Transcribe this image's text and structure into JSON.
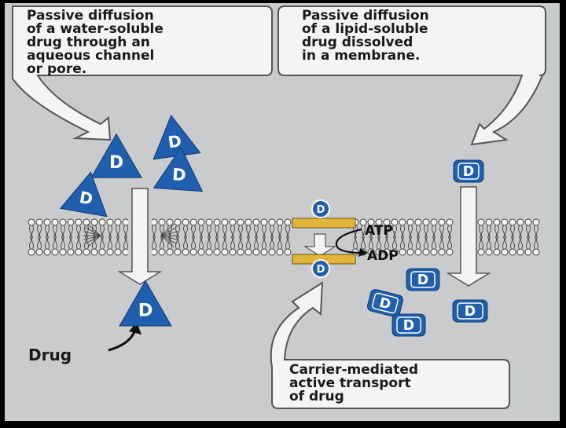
{
  "callouts": {
    "water_soluble": [
      "Passive diffusion",
      "of a water-soluble",
      "drug through an",
      "aqueous channel",
      "or pore."
    ],
    "lipid_soluble": [
      "Passive diffusion",
      "of a lipid-soluble",
      "drug dissolved",
      "in a membrane."
    ],
    "carrier": [
      "Carrier-mediated",
      "active transport",
      "of drug"
    ]
  },
  "labels": {
    "drug": "Drug",
    "atp": "ATP",
    "adp": "ADP",
    "drug_symbol": "D"
  },
  "colors": {
    "drug_blue": "#1f5fae",
    "carrier_yellow": "#e2b43a",
    "panel_gray": "#c9cbcc",
    "callout_fill": "#f4f4f2"
  }
}
